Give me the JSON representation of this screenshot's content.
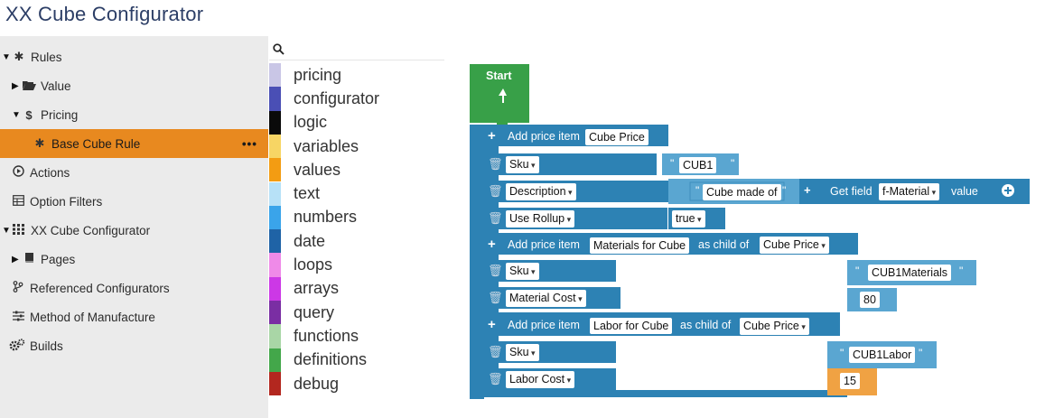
{
  "app": {
    "title": "XX Cube Configurator"
  },
  "sidebar": {
    "items": [
      {
        "label": "Rules"
      },
      {
        "label": "Value"
      },
      {
        "label": "Pricing"
      },
      {
        "label": "Base Cube Rule",
        "more": "•••"
      },
      {
        "label": "Actions"
      },
      {
        "label": "Option Filters"
      },
      {
        "label": "XX Cube Configurator"
      },
      {
        "label": "Pages"
      },
      {
        "label": "Referenced Configurators"
      },
      {
        "label": "Method of Manufacture"
      },
      {
        "label": "Builds"
      }
    ]
  },
  "toolbox": {
    "search_icon": "search-icon",
    "categories": [
      {
        "label": "pricing",
        "color": "#c9c6e6"
      },
      {
        "label": "configurator",
        "color": "#4a4fb5"
      },
      {
        "label": "logic",
        "color": "#0a0a0a"
      },
      {
        "label": "variables",
        "color": "#f7d564"
      },
      {
        "label": "values",
        "color": "#f39c12"
      },
      {
        "label": "text",
        "color": "#b7e1f7"
      },
      {
        "label": "numbers",
        "color": "#3aa4ea"
      },
      {
        "label": "date",
        "color": "#1f63a6"
      },
      {
        "label": "loops",
        "color": "#ef8ae8"
      },
      {
        "label": "arrays",
        "color": "#cc38e6"
      },
      {
        "label": "query",
        "color": "#7a2ea3"
      },
      {
        "label": "functions",
        "color": "#a9d6a6"
      },
      {
        "label": "definitions",
        "color": "#43a74a"
      },
      {
        "label": "debug",
        "color": "#b3271f"
      }
    ]
  },
  "workspace": {
    "start": {
      "label": "Start",
      "color": "#38a048"
    },
    "block_color": "#2d82b4",
    "value_color": "#5aa6d1",
    "number_color": "#f0a243",
    "item1": {
      "header": "Add price item",
      "name": "Cube Price",
      "rows": [
        {
          "field": "Sku",
          "value": "CUB1"
        },
        {
          "field": "Description",
          "text": "Cube made of",
          "get_field": "Get field",
          "field_name": "f-Material",
          "value_word": "value"
        },
        {
          "field": "Use Rollup",
          "value": "true"
        }
      ]
    },
    "item2": {
      "header": "Add price item",
      "name": "Materials for Cube",
      "child_of": "as child of",
      "parent": "Cube Price",
      "rows": [
        {
          "field": "Sku",
          "value": "CUB1Materials"
        },
        {
          "field": "Material Cost",
          "value": "80"
        }
      ]
    },
    "item3": {
      "header": "Add price item",
      "name": "Labor for Cube",
      "child_of": "as child of",
      "parent": "Cube Price",
      "rows": [
        {
          "field": "Sku",
          "value": "CUB1Labor"
        },
        {
          "field": "Labor Cost",
          "value": "15"
        }
      ]
    }
  }
}
